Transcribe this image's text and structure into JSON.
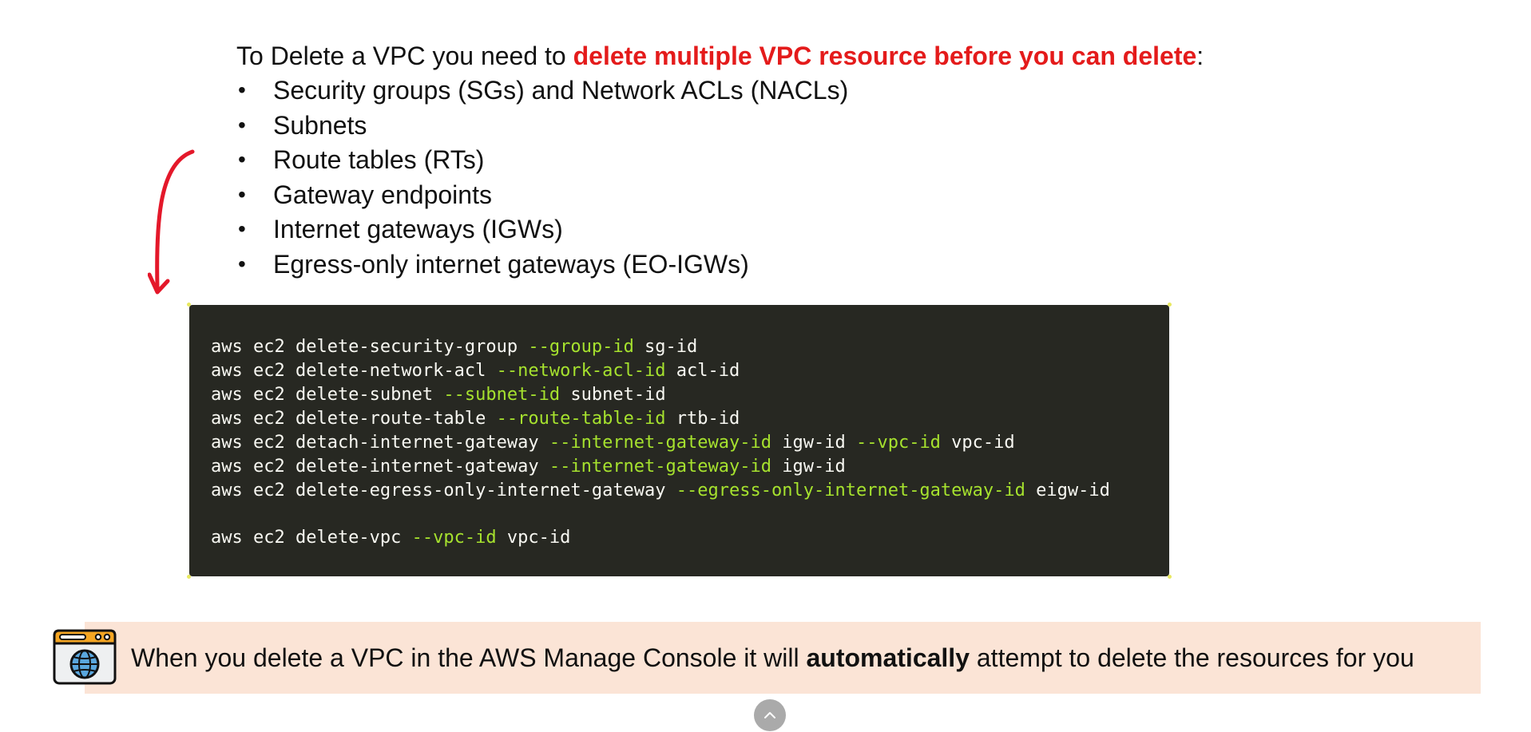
{
  "intro": {
    "prefix": "To Delete a VPC you need to ",
    "highlight": "delete multiple VPC resource before you can delete",
    "suffix": ":"
  },
  "bullet_symbol": "•",
  "bullets": [
    "Security groups (SGs) and Network ACLs (NACLs)",
    "Subnets",
    "Route tables (RTs)",
    "Gateway endpoints",
    "Internet gateways (IGWs)",
    "Egress-only internet gateways (EO-IGWs)"
  ],
  "code": {
    "lines": [
      {
        "cmd": "aws ec2 delete-security-group ",
        "flag1": "--group-id",
        "arg1": " sg-id"
      },
      {
        "cmd": "aws ec2 delete-network-acl ",
        "flag1": "--network-acl-id",
        "arg1": " acl-id"
      },
      {
        "cmd": "aws ec2 delete-subnet ",
        "flag1": "--subnet-id",
        "arg1": " subnet-id"
      },
      {
        "cmd": "aws ec2 delete-route-table ",
        "flag1": "--route-table-id",
        "arg1": " rtb-id"
      },
      {
        "cmd": "aws ec2 detach-internet-gateway ",
        "flag1": "--internet-gateway-id",
        "arg1": " igw-id ",
        "flag2": "--vpc-id",
        "arg2": " vpc-id"
      },
      {
        "cmd": "aws ec2 delete-internet-gateway ",
        "flag1": "--internet-gateway-id",
        "arg1": " igw-id"
      },
      {
        "cmd": "aws ec2 delete-egress-only-internet-gateway ",
        "flag1": "--egress-only-internet-gateway-id",
        "arg1": " eigw-id"
      },
      {
        "cmd": "aws ec2 delete-vpc ",
        "flag1": "--vpc-id",
        "arg1": " vpc-id"
      }
    ]
  },
  "callout": {
    "prefix": "When you delete a VPC in the AWS Manage Console it will ",
    "bold": "automatically",
    "suffix": " attempt to delete the resources for you",
    "icon": "browser-globe-icon"
  },
  "scroll_top": {
    "icon": "chevron-up-icon"
  },
  "colors": {
    "highlight": "#e41b1b",
    "code_background": "#272822",
    "code_text": "#f8f8f2",
    "code_flag": "#a6e22e",
    "callout_background": "#fbe4d6",
    "arrow": "#e4182a"
  }
}
